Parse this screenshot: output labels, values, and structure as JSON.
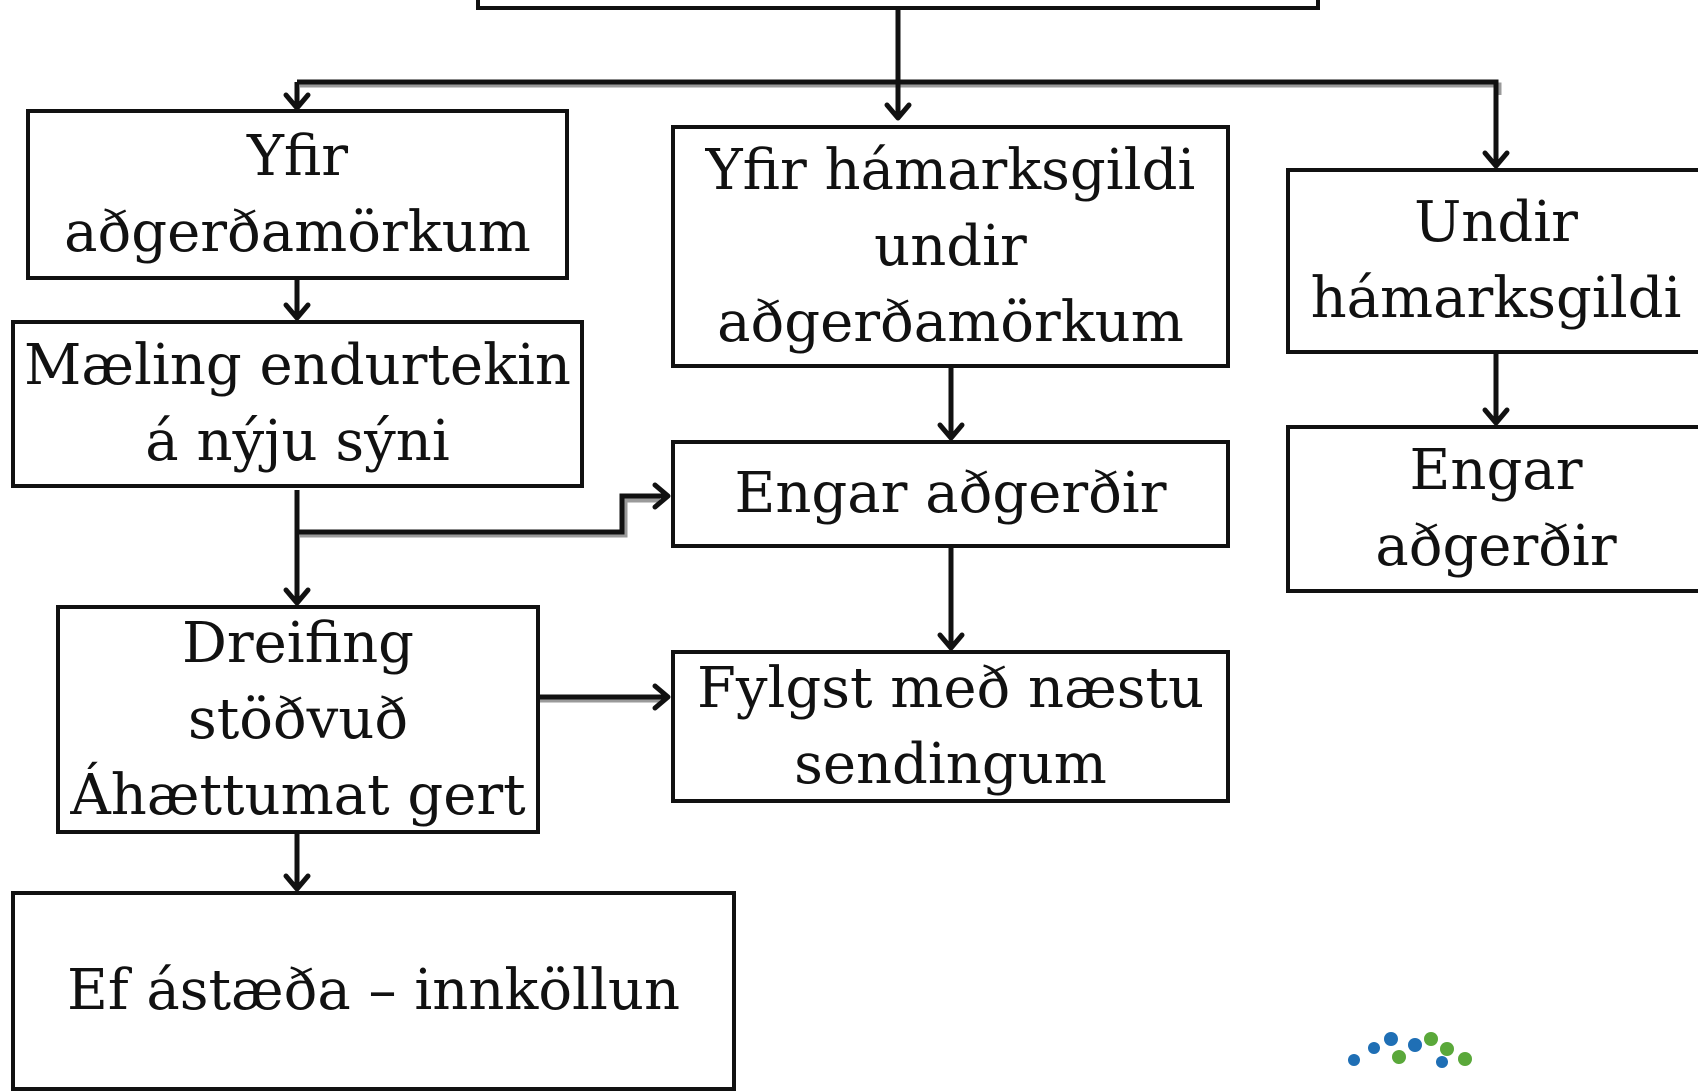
{
  "nodes": {
    "top": "",
    "above_action_limit": "Yfir\naðgerðamörkum",
    "above_max_below_action": "Yfir hámarksgildi\nundir\naðgerðamörkum",
    "below_max": "Undir\nhámarksgildi",
    "repeat_measurement": "Mæling endurtekin\ná nýju sýni",
    "no_action_middle": "Engar aðgerðir",
    "no_action_right": "Engar\naðgerðir",
    "distribution_stopped": "Dreifing\nstöðvuð\nÁhættumat gert",
    "monitor_shipments": "Fylgst með næstu\nsendingum",
    "recall": "Ef ástæða – innköllun"
  },
  "logo": {
    "name": "dot-logo",
    "colors": [
      "#1f6fb5",
      "#5aa83a"
    ]
  }
}
